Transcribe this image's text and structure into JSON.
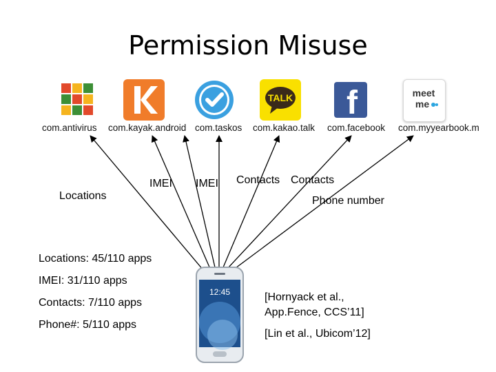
{
  "title": "Permission Misuse",
  "apps": [
    {
      "package": "com.antivirus",
      "icon": "avg-antivirus-icon"
    },
    {
      "package": "com.kayak.android",
      "icon": "kayak-icon"
    },
    {
      "package": "com.taskos",
      "icon": "taskos-checkmark-icon"
    },
    {
      "package": "com.kakao.talk",
      "icon": "kakaotalk-icon",
      "icon_text": "TALK"
    },
    {
      "package": "com.facebook",
      "icon": "facebook-icon",
      "icon_text": "f"
    },
    {
      "package": "com.myyearbook.m",
      "icon": "meetme-icon",
      "icon_text": "meet me"
    }
  ],
  "permissions": {
    "locations": "Locations",
    "imei_1": "IMEI",
    "imei_2": "IMEI",
    "contacts_1": "Contacts",
    "contacts_2": "Contacts",
    "phone_number": "Phone number"
  },
  "stats": [
    "Locations: 45/110 apps",
    "IMEI: 31/110 apps",
    "Contacts: 7/110 apps",
    "Phone#: 5/110 apps"
  ],
  "references": [
    "[Hornyack et al., App.Fence, CCS’11]",
    "[Lin et al., Ubicom’12]"
  ],
  "phone": {
    "time": "12:45",
    "icon": "smartphone-icon"
  },
  "colors": {
    "kayak": "#F07C2A",
    "taskos": "#3AA0E0",
    "kakao": "#F9E000",
    "facebook": "#3B5998"
  }
}
